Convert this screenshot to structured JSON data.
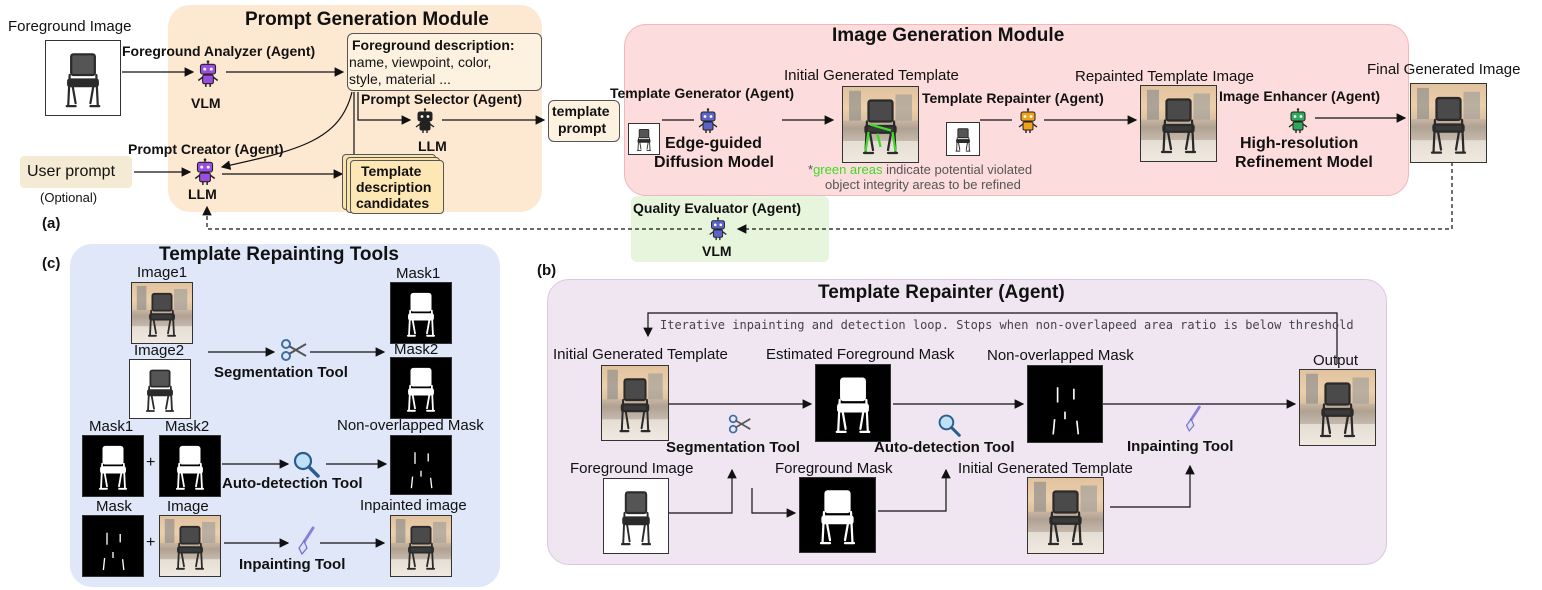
{
  "panel_labels": {
    "a": "(a)",
    "b": "(b)",
    "c": "(c)"
  },
  "prompt_module": {
    "title": "Prompt Generation Module",
    "foreground_image": "Foreground Image",
    "foreground_analyzer": "Foreground Analyzer (Agent)",
    "vlm": "VLM",
    "fg_description_title": "Foreground description:",
    "fg_description_lines": [
      "name, viewpoint, color,",
      "style, material ..."
    ],
    "prompt_selector": "Prompt Selector (Agent)",
    "llm": "LLM",
    "prompt_creator": "Prompt Creator (Agent)",
    "user_prompt": "User prompt",
    "optional": "(Optional)",
    "candidates_lines": [
      "Template",
      "description",
      "candidates"
    ]
  },
  "template_prompt_lines": [
    "template",
    "prompt"
  ],
  "image_module": {
    "title": "Image Generation Module",
    "initial_template": "Initial Generated Template",
    "template_generator": "Template Generator (Agent)",
    "edge_lines": [
      "Edge-guided",
      "Diffusion Model"
    ],
    "repainted": "Repainted Template Image",
    "template_repainter": "Template Repainter (Agent)",
    "image_enhancer": "Image Enhancer (Agent)",
    "refine_lines": [
      "High-resolution",
      "Refinement Model"
    ],
    "final_image": "Final Generated Image",
    "note_star": "*",
    "note_green": "green areas",
    "note_rest": " indicate potential violated",
    "note_line2": "object integrity areas to be refined",
    "green_color": "#3ddc24"
  },
  "quality": {
    "title": "Quality Evaluator (Agent)",
    "vlm": "VLM"
  },
  "tools_panel": {
    "title": "Template Repainting Tools",
    "image1": "Image1",
    "image2": "Image2",
    "mask1": "Mask1",
    "mask2": "Mask2",
    "segmentation_tool": "Segmentation Tool",
    "row2_mask1": "Mask1",
    "row2_mask2": "Mask2",
    "plus": "+",
    "non_overlapped": "Non-overlapped Mask",
    "autodetection_tool": "Auto-detection Tool",
    "mask": "Mask",
    "image": "Image",
    "inpainted": "Inpainted image",
    "inpainting_tool": "Inpainting Tool"
  },
  "repainter_panel": {
    "title": "Template Repainter (Agent)",
    "loop_note": "Iterative inpainting and detection loop. Stops when non-overlapeed area ratio is below threshold",
    "initial_template": "Initial Generated Template",
    "est_fg_mask": "Estimated Foreground Mask",
    "non_overlapped": "Non-overlapped Mask",
    "output": "Output",
    "segmentation_tool": "Segmentation Tool",
    "autodetection_tool": "Auto-detection Tool",
    "inpainting_tool": "Inpainting Tool",
    "foreground_image": "Foreground Image",
    "foreground_mask": "Foreground Mask",
    "initial_template2": "Initial Generated Template"
  },
  "colors": {
    "prompt_bg": "#fde9d2",
    "image_bg": "#fcdcdc",
    "quality_bg": "#e6f5dc",
    "tools_bg": "#dfe7f8",
    "repainter_bg": "#efe6f2",
    "user_prompt_bg": "#f5ebd4",
    "agent_purple": "#9a4de0",
    "agent_blue": "#5a63c8",
    "agent_orange": "#f0a21a",
    "agent_green": "#2fa85a"
  },
  "icons": [
    "robot-icon",
    "scissors-icon",
    "magnifier-icon",
    "brush-icon",
    "chair-image"
  ]
}
